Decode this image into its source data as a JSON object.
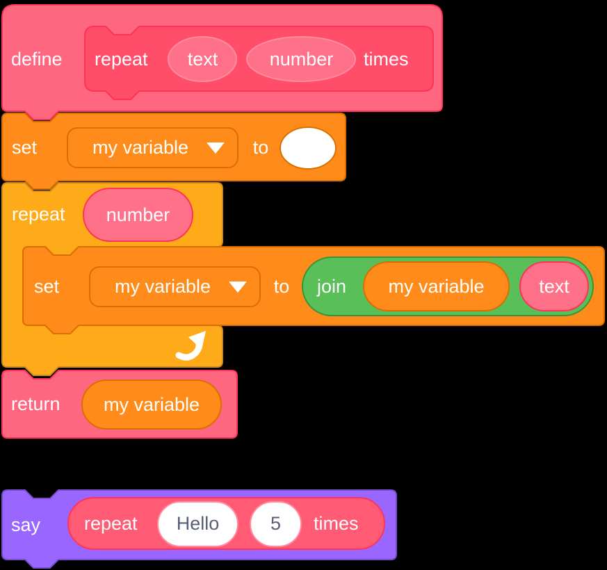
{
  "colors": {
    "background": "#000000",
    "my_blocks_fill": "#FF6680",
    "my_blocks_dark": "#FF4D6A",
    "my_blocks_border": "#FF3355",
    "argument_fill": "#FF7089",
    "call_reporter_fill": "#FF5B75",
    "variables_fill": "#FF8C1A",
    "variables_border": "#DB6E00",
    "control_fill": "#FFAB19",
    "control_border": "#CF8B17",
    "operators_fill": "#59C059",
    "operators_border": "#389438",
    "looks_fill": "#9966FF",
    "looks_border": "#774DCB",
    "input_fill": "#FFFFFF",
    "input_text_color": "#575E75",
    "label_text_color": "#FFFFFF",
    "icon_color": "#FFFFFF"
  },
  "blocks": {
    "define_block": {
      "keyword": "define",
      "prototype": {
        "word1": "repeat",
        "param1": "text",
        "param2": "number",
        "word2": "times"
      }
    },
    "set_block_1": {
      "keyword": "set",
      "variable": "my variable",
      "to": "to"
    },
    "repeat_block": {
      "keyword": "repeat",
      "argument": "number"
    },
    "set_block_2": {
      "keyword": "set",
      "variable": "my variable",
      "to": "to",
      "join_block": {
        "keyword": "join",
        "arg1": "my variable",
        "arg2": "text"
      }
    },
    "return_block": {
      "keyword": "return",
      "value": "my variable"
    },
    "say_block": {
      "keyword": "say",
      "call": {
        "word1": "repeat",
        "input1": "Hello",
        "input2": "5",
        "word2": "times"
      }
    }
  }
}
